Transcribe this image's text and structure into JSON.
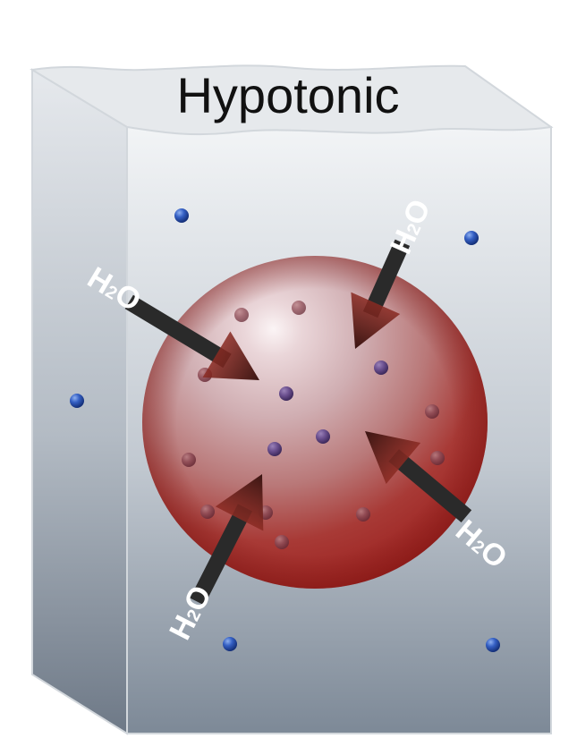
{
  "title": "Hypotonic",
  "water_label": {
    "main_h": "H",
    "sub": "2",
    "main_o": "O"
  },
  "colors": {
    "container_front_top": "#f1f3f5",
    "container_front_bottom": "#7f8b99",
    "container_side_top": "#e4e8ec",
    "container_side_bottom": "#707b88",
    "container_top_face": "#e7eaed",
    "cell_dark": "#a32020",
    "cell_light": "#f4e6e8",
    "solute_blue": "#2850b4",
    "arrow_shaft": "#2a2a2a",
    "arrow_head": "#6b1c18"
  },
  "icons": {
    "solute_particle": "blue-sphere",
    "water_arrow": "dark-arrow-pointing-into-cell"
  }
}
